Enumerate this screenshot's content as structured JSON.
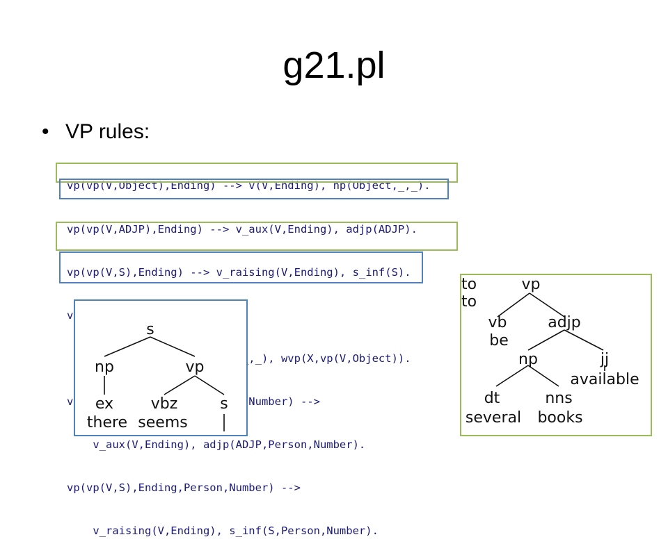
{
  "slide": {
    "title": "g21.pl",
    "bullet": "VP rules:"
  },
  "code_lines": [
    "vp(vp(V,Object),Ending) --> v(V,Ending), np(Object,_,_).",
    "vp(vp(V,ADJP),Ending) --> v_aux(V,Ending), adjp(ADJP).",
    "vp(vp(V,S),Ending) --> v_raising(V,Ending), s_inf(S).",
    "vp(X,Ending) -->",
    "    v(V,Ending), np(Object,_,_), wvp(X,vp(V,Object)).",
    "vp(vp(V,ADJP),Ending,Person,Number) -->",
    "    v_aux(V,Ending), adjp(ADJP,Person,Number).",
    "vp(vp(V,S),Ending,Person,Number) -->",
    "    v_raising(V,Ending), s_inf(S,Person,Number)."
  ],
  "tree_left": {
    "nodes": [
      "s",
      "np",
      "vp",
      "ex",
      "vbz",
      "s",
      "there",
      "seems"
    ]
  },
  "tree_right": {
    "nodes": [
      "to",
      "to",
      "vp",
      "vb",
      "adjp",
      "be",
      "np",
      "jj",
      "available",
      "dt",
      "nns",
      "several",
      "books"
    ]
  },
  "colors": {
    "green_box": "#9bbb59",
    "blue_box": "#4f81bd",
    "code_text": "#1a1a7a"
  }
}
